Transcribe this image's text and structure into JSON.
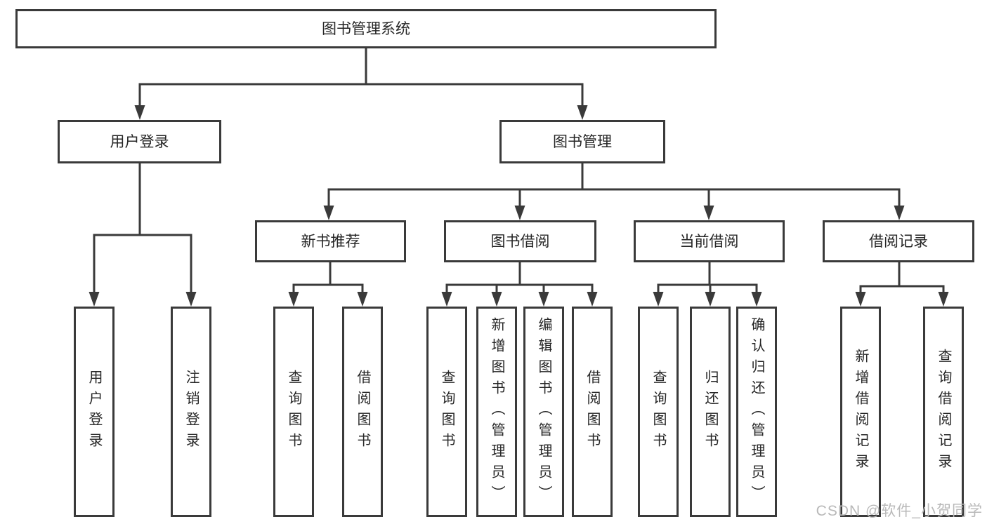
{
  "diagram": {
    "type": "tree",
    "title": "图书管理系统",
    "tree": {
      "label": "图书管理系统",
      "children": [
        {
          "label": "用户登录",
          "children": [
            {
              "label": "用户登录"
            },
            {
              "label": "注销登录"
            }
          ]
        },
        {
          "label": "图书管理",
          "children": [
            {
              "label": "新书推荐",
              "children": [
                {
                  "label": "查询图书"
                },
                {
                  "label": "借阅图书"
                }
              ]
            },
            {
              "label": "图书借阅",
              "children": [
                {
                  "label": "查询图书"
                },
                {
                  "label": "新增图书（管理员）"
                },
                {
                  "label": "编辑图书（管理员）"
                },
                {
                  "label": "借阅图书"
                }
              ]
            },
            {
              "label": "当前借阅",
              "children": [
                {
                  "label": "查询图书"
                },
                {
                  "label": "归还图书"
                },
                {
                  "label": "确认归还（管理员）"
                }
              ]
            },
            {
              "label": "借阅记录",
              "children": [
                {
                  "label": "新增借阅记录"
                },
                {
                  "label": "查询借阅记录"
                }
              ]
            }
          ]
        }
      ]
    },
    "colors": {
      "line": "#3a3a3a",
      "box_border": "#3a3a3a",
      "text": "#262626",
      "background": "#ffffff",
      "watermark": "#b9b9b9"
    }
  },
  "watermark": {
    "text": "CSDN @软件_小贺同学"
  }
}
